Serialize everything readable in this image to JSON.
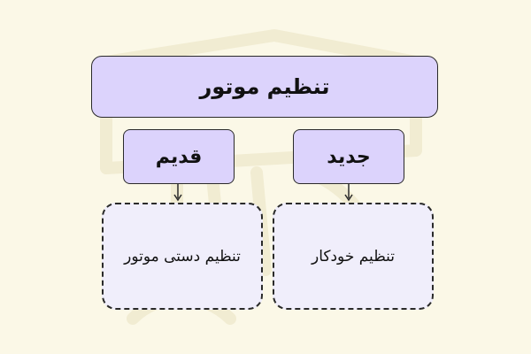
{
  "diagram": {
    "root": {
      "label": "تنظیم موتور"
    },
    "branches": [
      {
        "label": "قدیم",
        "leaf": "تنظیم دستی موتور"
      },
      {
        "label": "جدید",
        "leaf": "تنظیم خودکار"
      }
    ]
  },
  "colors": {
    "background": "#fbf8e7",
    "node_fill": "#dcd3fc",
    "leaf_fill": "#f0eefb",
    "stroke": "#2a2a2a"
  }
}
